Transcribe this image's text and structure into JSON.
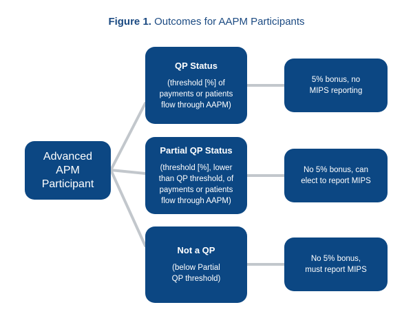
{
  "title": {
    "label": "Figure 1.",
    "text": "Outcomes for AAPM Participants"
  },
  "root": {
    "text": "Advanced\nAPM\nParticipant"
  },
  "statuses": [
    {
      "heading": "QP Status",
      "description": "(threshold [%] of\npayments or patients\nflow through AAPM)",
      "outcome": "5% bonus, no\nMIPS reporting"
    },
    {
      "heading": "Partial QP Status",
      "description": "(threshold [%], lower\nthan QP threshold, of\npayments or patients\nflow through AAPM)",
      "outcome": "No 5% bonus, can\nelect to report MIPS"
    },
    {
      "heading": "Not a QP",
      "description": "(below Partial\nQP threshold)",
      "outcome": "No 5% bonus,\nmust report MIPS"
    }
  ],
  "colors": {
    "box": "#0c4783",
    "connector": "#c2c7cc",
    "title": "#1b4a82"
  }
}
